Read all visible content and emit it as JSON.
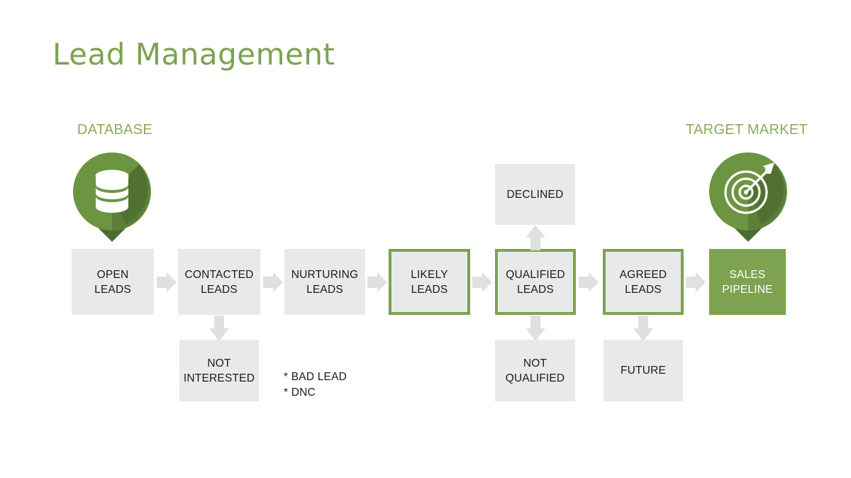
{
  "slide": {
    "title": "Lead Management",
    "background": "#ffffff",
    "accent_green": "#7da250",
    "box_gray": "#e9e9e9",
    "arrow_gray": "#e0e0e0"
  },
  "endpoints": [
    {
      "id": "database",
      "label": "DATABASE",
      "icon": "database-icon",
      "color": "#7da250"
    },
    {
      "id": "target_market",
      "label": "TARGET MARKET",
      "icon": "target-icon",
      "color": "#7da250"
    }
  ],
  "main_flow": [
    {
      "id": "open",
      "label": "OPEN\nLEADS",
      "style": "gray"
    },
    {
      "id": "contacted",
      "label": "CONTACTED\nLEADS",
      "style": "gray"
    },
    {
      "id": "nurturing",
      "label": "NURTURING\nLEADS",
      "style": "gray"
    },
    {
      "id": "likely",
      "label": "LIKELY\nLEADS",
      "style": "green-outline"
    },
    {
      "id": "qualified",
      "label": "QUALIFIED\nLEADS",
      "style": "green-outline"
    },
    {
      "id": "agreed",
      "label": "AGREED\nLEADS",
      "style": "green-outline"
    },
    {
      "id": "pipeline",
      "label": "SALES\nPIPELINE",
      "style": "green-solid"
    }
  ],
  "branch_nodes": [
    {
      "id": "declined",
      "label": "DECLINED",
      "from": "qualified",
      "direction": "up",
      "style": "gray"
    },
    {
      "id": "not_interested",
      "label": "NOT\nINTERESTED",
      "from": "contacted",
      "direction": "down",
      "style": "gray"
    },
    {
      "id": "not_qualified",
      "label": "NOT\nQUALIFIED",
      "from": "qualified",
      "direction": "down",
      "style": "gray"
    },
    {
      "id": "future",
      "label": "FUTURE",
      "from": "agreed",
      "direction": "down",
      "style": "gray"
    }
  ],
  "labels": {
    "open_line1": "OPEN",
    "open_line2": "LEADS",
    "contacted_line1": "CONTACTED",
    "contacted_line2": "LEADS",
    "nurturing_line1": "NURTURING",
    "nurturing_line2": "LEADS",
    "likely_line1": "LIKELY",
    "likely_line2": "LEADS",
    "qualified_line1": "QUALIFIED",
    "qualified_line2": "LEADS",
    "agreed_line1": "AGREED",
    "agreed_line2": "LEADS",
    "pipeline_line1": "SALES",
    "pipeline_line2": "PIPELINE",
    "declined": "DECLINED",
    "not_interested_line1": "NOT",
    "not_interested_line2": "INTERESTED",
    "not_qualified_line1": "NOT",
    "not_qualified_line2": "QUALIFIED",
    "future": "FUTURE"
  },
  "footnote": {
    "line1": "* BAD LEAD",
    "line2": "* DNC"
  }
}
